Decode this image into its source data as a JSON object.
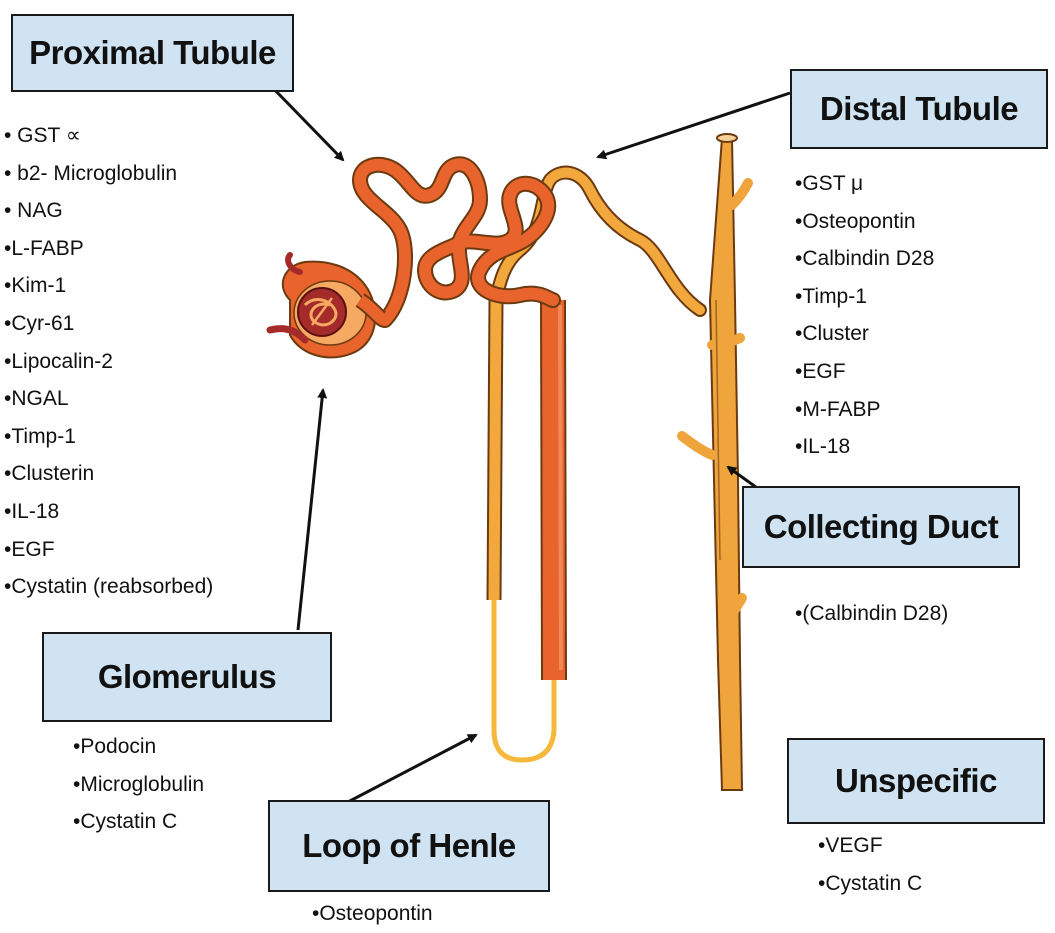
{
  "sections": {
    "proximal_tubule": {
      "title": "Proximal Tubule",
      "markers": [
        "• GST ∝",
        "• b2- Microglobulin",
        "• NAG",
        "•L-FABP",
        "•Kim-1",
        "•Cyr-61",
        "•Lipocalin-2",
        "•NGAL",
        "•Timp-1",
        "•Clusterin",
        "•IL-18",
        "•EGF",
        "•Cystatin (reabsorbed)"
      ]
    },
    "distal_tubule": {
      "title": "Distal Tubule",
      "markers": [
        "•GST μ",
        "•Osteopontin",
        "•Calbindin D28",
        "•Timp-1",
        "•Cluster",
        "•EGF",
        "•M-FABP",
        "•IL-18"
      ]
    },
    "collecting_duct": {
      "title": "Collecting Duct",
      "markers": [
        "•(Calbindin D28)"
      ]
    },
    "glomerulus": {
      "title": "Glomerulus",
      "markers": [
        "•Podocin",
        "•Microglobulin",
        "•Cystatin C"
      ]
    },
    "loop_of_henle": {
      "title": "Loop of Henle",
      "markers": [
        "•Osteopontin"
      ]
    },
    "unspecific": {
      "title": "Unspecific",
      "markers": [
        "•VEGF",
        "•Cystatin C"
      ]
    }
  },
  "colors": {
    "box_fill": "#cfe3f2",
    "proximal": "#e8642c",
    "loop": "#f5b83a",
    "distal": "#f2a83c",
    "collecting": "#f0a43c",
    "glomerulus_inner": "#a52a2a"
  }
}
